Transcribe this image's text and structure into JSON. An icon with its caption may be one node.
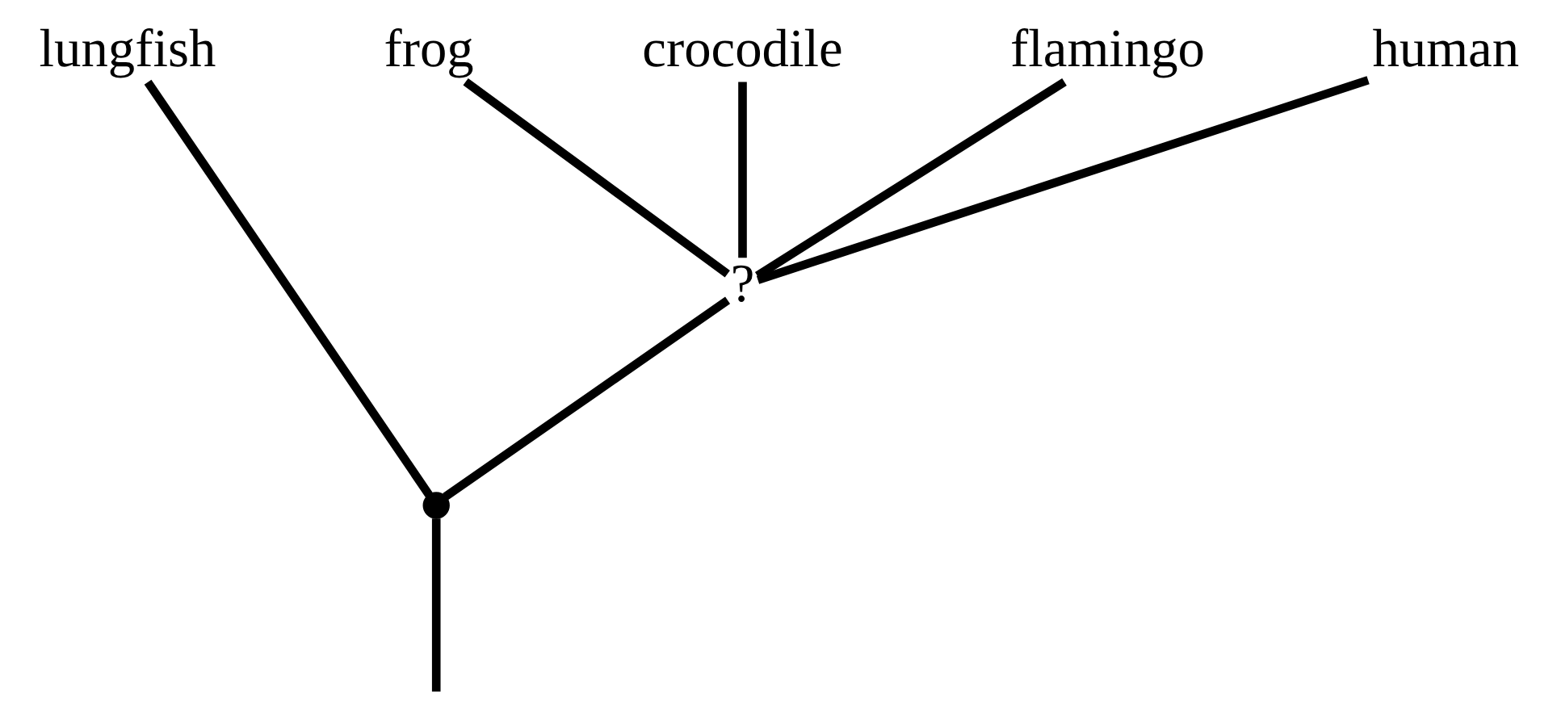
{
  "diagram": {
    "nodes": [
      {
        "text": [
          "lungfish"
        ]
      },
      {
        "text": [
          "frog"
        ]
      },
      {
        "text": [
          "crocodile"
        ]
      },
      {
        "text": [
          "flamingo"
        ]
      },
      {
        "text": [
          "human"
        ]
      },
      {
        "text": [
          "?"
        ]
      },
      {
        "text": [],
        "shape": "point"
      }
    ],
    "edges": [
      {
        "from": null,
        "to": 6,
        "arrow": "none"
      },
      {
        "from": 6,
        "to": 0,
        "arrow": "none"
      },
      {
        "from": 6,
        "to": 5,
        "arrow": "none"
      },
      {
        "from": 5,
        "to": 1,
        "arrow": "none"
      },
      {
        "from": 5,
        "to": 2,
        "arrow": "none"
      },
      {
        "from": 5,
        "to": 3,
        "arrow": "none"
      },
      {
        "from": 5,
        "to": 4,
        "arrow": "none"
      }
    ]
  }
}
